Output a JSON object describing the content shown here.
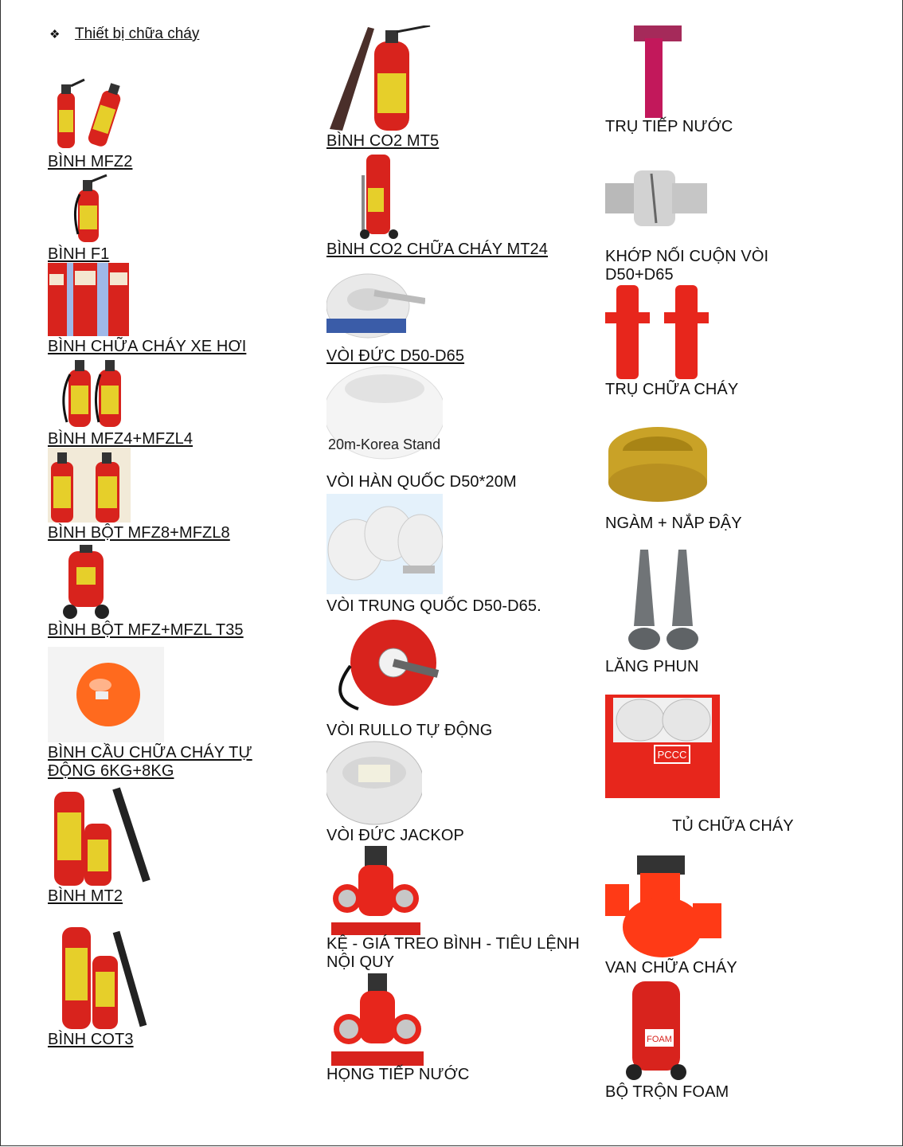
{
  "heading": {
    "bullet": "❖",
    "text": "Thiết bị chữa cháy"
  },
  "columns": [
    {
      "items": [
        {
          "label": "BÌNH MFZ2",
          "linked": true,
          "icon": "extinguisher-pair-icon"
        },
        {
          "label": "BÌNH F1",
          "linked": true,
          "icon": "extinguisher-small-icon"
        },
        {
          "label": "BÌNH CHỮA CHÁY XE HƠI",
          "linked": true,
          "icon": "car-extinguisher-cans-icon"
        },
        {
          "label": "BÌNH MFZ4+MFZL4",
          "linked": true,
          "icon": "extinguisher-pair-icon"
        },
        {
          "label": "BÌNH BỘT MFZ8+MFZL8",
          "linked": true,
          "icon": "extinguisher-pair-icon"
        },
        {
          "label": "BÌNH BỘT MFZ+MFZL T35",
          "linked": true,
          "icon": "wheeled-extinguisher-icon"
        },
        {
          "label": "BÌNH CẦU CHỮA CHÁY TỰ ĐỘNG 6KG+8KG",
          "linked": true,
          "icon": "ball-extinguisher-icon"
        },
        {
          "label": "BÌNH MT2",
          "linked": true,
          "icon": "co2-extinguisher-pair-icon"
        },
        {
          "label": "BÌNH COT3",
          "linked": true,
          "icon": "co2-extinguisher-pair-icon"
        }
      ]
    },
    {
      "items": [
        {
          "label": "BÌNH CO2 MT5",
          "linked": true,
          "icon": "co2-extinguisher-horn-icon"
        },
        {
          "label": "BÌNH CO2 CHỮA CHÁY MT24",
          "linked": true,
          "icon": "co2-trolley-icon"
        },
        {
          "label": "VÒI ĐỨC D50-D65",
          "linked": true,
          "icon": "fire-hose-roll-icon"
        },
        {
          "label": "VÒI HÀN QUỐC D50*20M",
          "linked": false,
          "icon": "fire-hose-roll-icon",
          "print": "20m-Korea Stand"
        },
        {
          "label": "VÒI TRUNG QUỐC D50-D65.",
          "linked": false,
          "icon": "fire-hose-rolls-icon"
        },
        {
          "label": "VÒI RULLO TỰ ĐỘNG",
          "linked": false,
          "icon": "hose-reel-icon"
        },
        {
          "label": "VÒI ĐỨC JACKOP",
          "linked": false,
          "icon": "fire-hose-roll-icon"
        },
        {
          "label": "KỆ - GIÁ TREO BÌNH - TIÊU LỆNH NỘI QUY",
          "linked": false,
          "icon": "hydrant-valve-icon"
        },
        {
          "label": "HỌNG TIẾP NƯỚC",
          "linked": false,
          "icon": "hydrant-valve-icon"
        }
      ]
    },
    {
      "items": [
        {
          "label": "TRỤ TIẾP NƯỚC",
          "linked": false,
          "icon": "pipe-post-icon"
        },
        {
          "label": "KHỚP NỐI CUỘN VÒI D50+D65",
          "linked": false,
          "icon": "hose-coupling-icon"
        },
        {
          "label": "TRỤ CHỮA CHÁY",
          "linked": false,
          "icon": "fire-hydrant-icon"
        },
        {
          "label": "NGÀM + NẮP ĐẬY",
          "linked": false,
          "icon": "brass-cap-icon"
        },
        {
          "label": "LĂNG PHUN",
          "linked": false,
          "icon": "nozzle-icon"
        },
        {
          "label": "TỦ CHỮA CHÁY",
          "linked": false,
          "icon": "fire-cabinet-icon",
          "print": "PCCC"
        },
        {
          "label": "VAN CHỮA CHÁY",
          "linked": false,
          "icon": "fire-valve-icon"
        },
        {
          "label": "BỘ TRỘN FOAM",
          "linked": false,
          "icon": "foam-trolley-icon",
          "print": "FOAM"
        }
      ]
    }
  ],
  "colors": {
    "red": "#d8231d",
    "yellow": "#e6cf2a",
    "hose": "#eeeeee",
    "brass": "#c9a227",
    "steel": "#8d9196"
  }
}
